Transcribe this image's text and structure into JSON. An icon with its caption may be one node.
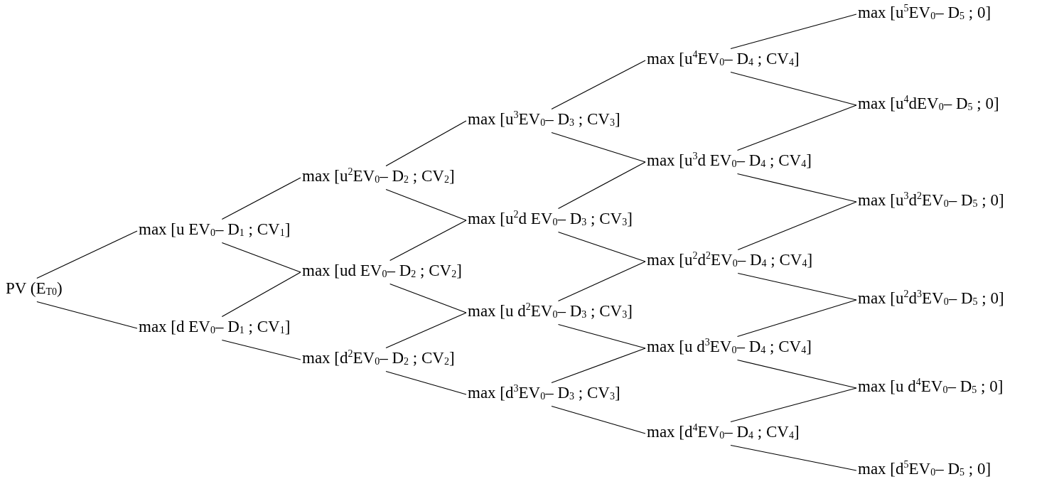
{
  "diagram": {
    "nodes": [
      {
        "text": [
          "PV (E$_{T0}$)"
        ]
      },
      {
        "text": [
          "max [u EV$_{0}$– D$_{1}$ ; CV$_{1}$]"
        ]
      },
      {
        "text": [
          "max [d EV$_{0}$– D$_{1}$ ; CV$_{1}$]"
        ]
      },
      {
        "text": [
          "max [u$^{2}$EV$_{0}$– D$_{2}$ ; CV$_{2}$]"
        ]
      },
      {
        "text": [
          "max [ud EV$_{0}$– D$_{2}$ ; CV$_{2}$]"
        ]
      },
      {
        "text": [
          "max [d$^{2}$EV$_{0}$– D$_{2}$ ; CV$_{2}$]"
        ]
      },
      {
        "text": [
          "max [u$^{3}$EV$_{0}$– D$_{3}$ ; CV$_{3}$]"
        ]
      },
      {
        "text": [
          "max [u$^{2}$d EV$_{0}$– D$_{3}$ ; CV$_{3}$]"
        ]
      },
      {
        "text": [
          "max [u d$^{2}$EV$_{0}$– D$_{3}$ ; CV$_{3}$]"
        ]
      },
      {
        "text": [
          "max [d$^{3}$EV$_{0}$– D$_{3}$ ; CV$_{3}$]"
        ]
      },
      {
        "text": [
          "max [u$^{4}$EV$_{0}$– D$_{4}$ ; CV$_{4}$]"
        ]
      },
      {
        "text": [
          "max [u$^{3}$d EV$_{0}$– D$_{4}$ ; CV$_{4}$]"
        ]
      },
      {
        "text": [
          "max [u$^{2}$d$^{2}$EV$_{0}$– D$_{4}$ ; CV$_{4}$]"
        ]
      },
      {
        "text": [
          "max [u d$^{3}$EV$_{0}$– D$_{4}$ ; CV$_{4}$]"
        ]
      },
      {
        "text": [
          "max [d$^{4}$EV$_{0}$– D$_{4}$ ; CV$_{4}$]"
        ]
      },
      {
        "text": [
          "max [u$^{5}$EV$_{0}$– D$_{5}$ ; 0]"
        ]
      },
      {
        "text": [
          "max [u$^{4}$dEV$_{0}$– D$_{5}$ ; 0]"
        ]
      },
      {
        "text": [
          "max [u$^{3}$d$^{2}$EV$_{0}$– D$_{5}$ ; 0]"
        ]
      },
      {
        "text": [
          "max [u$^{2}$d$^{3}$EV$_{0}$– D$_{5}$ ; 0]"
        ]
      },
      {
        "text": [
          "max [u d$^{4}$EV$_{0}$– D$_{5}$ ; 0]"
        ]
      },
      {
        "text": [
          "max [d$^{5}$EV$_{0}$– D$_{5}$ ; 0]"
        ]
      }
    ],
    "edges": [
      {
        "from": 0,
        "to": 1,
        "arrow": "none"
      },
      {
        "from": 0,
        "to": 2,
        "arrow": "none"
      },
      {
        "from": 1,
        "to": 3,
        "arrow": "none"
      },
      {
        "from": 1,
        "to": 4,
        "arrow": "none"
      },
      {
        "from": 2,
        "to": 4,
        "arrow": "none"
      },
      {
        "from": 2,
        "to": 5,
        "arrow": "none"
      },
      {
        "from": 3,
        "to": 6,
        "arrow": "none"
      },
      {
        "from": 3,
        "to": 7,
        "arrow": "none"
      },
      {
        "from": 4,
        "to": 7,
        "arrow": "none"
      },
      {
        "from": 4,
        "to": 8,
        "arrow": "none"
      },
      {
        "from": 5,
        "to": 8,
        "arrow": "none"
      },
      {
        "from": 5,
        "to": 9,
        "arrow": "none"
      },
      {
        "from": 6,
        "to": 10,
        "arrow": "none"
      },
      {
        "from": 6,
        "to": 11,
        "arrow": "none"
      },
      {
        "from": 7,
        "to": 11,
        "arrow": "none"
      },
      {
        "from": 7,
        "to": 12,
        "arrow": "none"
      },
      {
        "from": 8,
        "to": 12,
        "arrow": "none"
      },
      {
        "from": 8,
        "to": 13,
        "arrow": "none"
      },
      {
        "from": 9,
        "to": 13,
        "arrow": "none"
      },
      {
        "from": 9,
        "to": 14,
        "arrow": "none"
      },
      {
        "from": 10,
        "to": 15,
        "arrow": "none"
      },
      {
        "from": 10,
        "to": 16,
        "arrow": "none"
      },
      {
        "from": 11,
        "to": 16,
        "arrow": "none"
      },
      {
        "from": 11,
        "to": 17,
        "arrow": "none"
      },
      {
        "from": 12,
        "to": 17,
        "arrow": "none"
      },
      {
        "from": 12,
        "to": 18,
        "arrow": "none"
      },
      {
        "from": 13,
        "to": 18,
        "arrow": "none"
      },
      {
        "from": 13,
        "to": 19,
        "arrow": "none"
      },
      {
        "from": 14,
        "to": 19,
        "arrow": "none"
      },
      {
        "from": 14,
        "to": 20,
        "arrow": "none"
      }
    ]
  }
}
